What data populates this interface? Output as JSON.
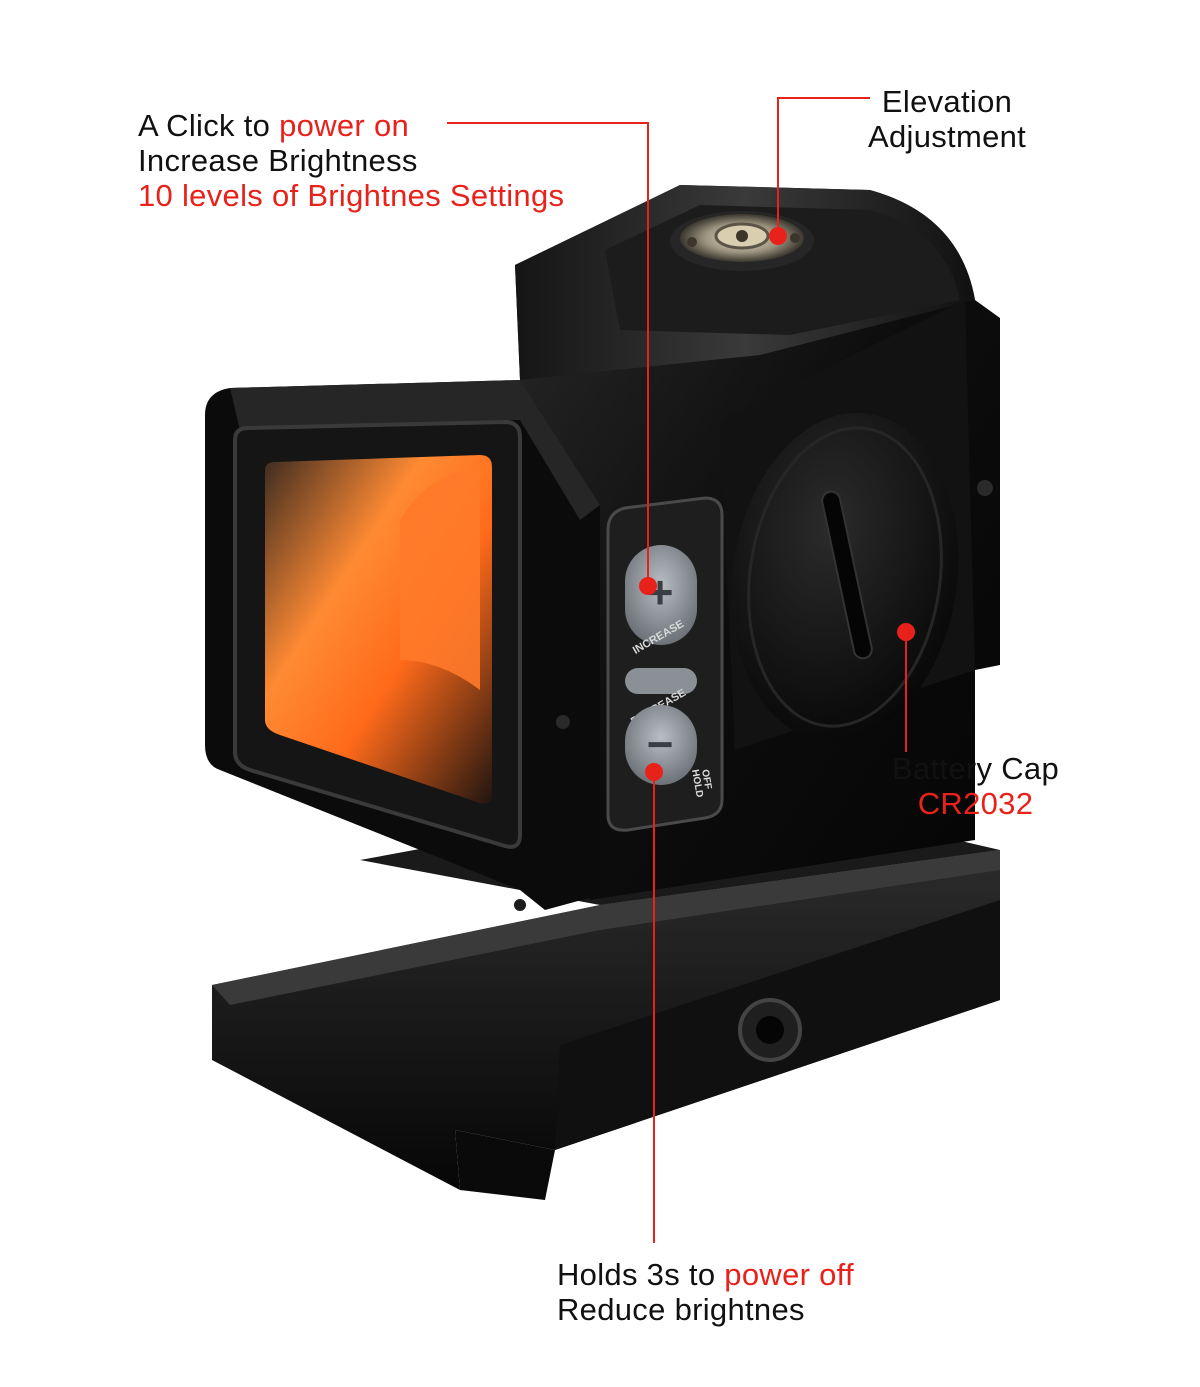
{
  "colors": {
    "accent_red": "#e8221b",
    "text": "#111111",
    "body": "#0b0b0b",
    "lens_glow": "#ff7a2a"
  },
  "callouts": {
    "power_on": {
      "line1_prefix": "A Click to ",
      "line1_highlight": "power on",
      "line2": "Increase Brightness",
      "line3": "10 levels of Brightnes Settings"
    },
    "elevation": {
      "line1": "Elevation",
      "line2": "Adjustment"
    },
    "battery": {
      "line1": "Battery Cap",
      "line2": "CR2032"
    },
    "power_off": {
      "line1_prefix": "Holds 3s to ",
      "line1_highlight": "power off",
      "line2": "Reduce brightnes"
    }
  },
  "device": {
    "increase_button_label": "INCREASE",
    "decrease_button_label": "DECREASE",
    "hold_label": "HOLD",
    "off_label": "OFF",
    "plus_symbol": "+",
    "minus_symbol": "−"
  }
}
